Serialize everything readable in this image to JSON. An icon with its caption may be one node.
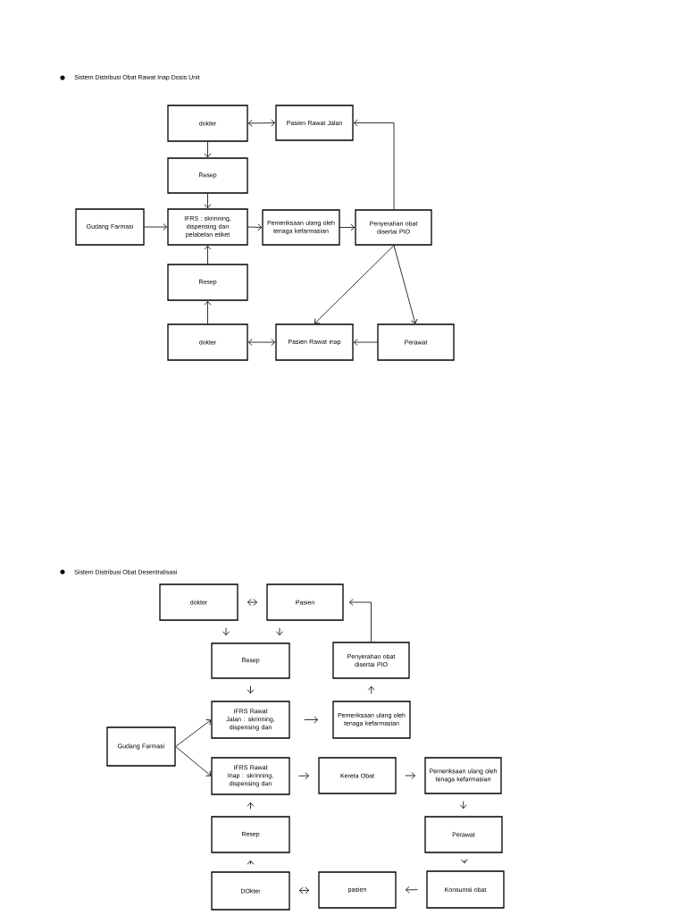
{
  "diagram": {
    "nodes": [
      {
        "text": [
          "dokter"
        ]
      },
      {
        "text": [
          "Pasien Rawat Jalan"
        ]
      },
      {
        "text": [
          "Resep"
        ]
      },
      {
        "text": [
          "Gudang Farmasi"
        ]
      },
      {
        "text": [
          "IFRS : skrinning, dispensing dan pelabelan etiket"
        ]
      },
      {
        "text": [
          "Pemeriksaan ulang oleh tenaga kefarmasian"
        ]
      },
      {
        "text": [
          "Penyerahan obat disertai PIO"
        ]
      },
      {
        "text": [
          "Resep"
        ]
      },
      {
        "text": [
          "dokter"
        ]
      },
      {
        "text": [
          "Pasien Rawat inap"
        ]
      },
      {
        "text": [
          "Perawat"
        ]
      },
      {
        "text": [
          "dokter"
        ]
      },
      {
        "text": [
          "Pasien"
        ]
      },
      {
        "text": [
          "Resep"
        ]
      },
      {
        "text": [
          "Penyerahan obat disertai PIO"
        ]
      },
      {
        "text": [
          "IFRS Rawat Jalan : skrinning, dispensing dan"
        ]
      },
      {
        "text": [
          "Pemeriksaan ulang oleh tenaga kefarmasian"
        ]
      },
      {
        "text": [
          "Gudang Farmasi"
        ]
      },
      {
        "text": [
          "IFRS Rawat Inap : skrinning, dispensing dan"
        ]
      },
      {
        "text": [
          "Kereta Obat"
        ]
      },
      {
        "text": [
          "Pemeriksaan ulang oleh tenaga kefarmasian"
        ]
      },
      {
        "text": [
          "Resep"
        ]
      },
      {
        "text": [
          "Perawat"
        ]
      },
      {
        "text": [
          "DOkter"
        ]
      },
      {
        "text": [
          "pasien"
        ]
      },
      {
        "text": [
          "Konsumsi obat"
        ]
      }
    ],
    "edges": [
      {
        "from": 0,
        "to": 1,
        "arrow": "both"
      },
      {
        "from": 0,
        "to": 2,
        "arrow": "to"
      },
      {
        "from": 2,
        "to": 4,
        "arrow": "to"
      },
      {
        "from": 3,
        "to": 4,
        "arrow": "to"
      },
      {
        "from": 4,
        "to": 5,
        "arrow": "to"
      },
      {
        "from": 5,
        "to": 6,
        "arrow": "to"
      },
      {
        "from": 6,
        "to": 1,
        "arrow": "to"
      },
      {
        "from": 8,
        "to": 7,
        "arrow": "to"
      },
      {
        "from": 7,
        "to": 4,
        "arrow": "to"
      },
      {
        "from": 8,
        "to": 9,
        "arrow": "both"
      },
      {
        "from": 10,
        "to": 9,
        "arrow": "to"
      },
      {
        "from": 6,
        "to": 9,
        "arrow": "to"
      },
      {
        "from": 6,
        "to": 10,
        "arrow": "to"
      },
      {
        "from": 11,
        "to": 12,
        "arrow": "both"
      },
      {
        "from": 11,
        "to": 13,
        "arrow": "to"
      },
      {
        "from": 12,
        "to": 13,
        "arrow": "to"
      },
      {
        "from": 13,
        "to": 15,
        "arrow": "to"
      },
      {
        "from": 17,
        "to": 15,
        "arrow": "to"
      },
      {
        "from": 17,
        "to": 18,
        "arrow": "to"
      },
      {
        "from": 15,
        "to": 16,
        "arrow": "to"
      },
      {
        "from": 16,
        "to": 14,
        "arrow": "to"
      },
      {
        "from": 14,
        "to": 12,
        "arrow": "to"
      },
      {
        "from": 18,
        "to": 19,
        "arrow": "to"
      },
      {
        "from": 19,
        "to": 20,
        "arrow": "to"
      },
      {
        "from": 20,
        "to": 22,
        "arrow": "to"
      },
      {
        "from": 22,
        "to": 25,
        "arrow": "to"
      },
      {
        "from": 25,
        "to": 24,
        "arrow": "to"
      },
      {
        "from": 24,
        "to": 23,
        "arrow": "both"
      },
      {
        "from": 23,
        "to": 21,
        "arrow": "to"
      },
      {
        "from": 21,
        "to": 18,
        "arrow": "to"
      }
    ],
    "labels": [
      "Sistem Distribusi Obat Rawat Inap Dosis Unit",
      "Sistem Distribusi Obat Desentralisasi"
    ]
  }
}
